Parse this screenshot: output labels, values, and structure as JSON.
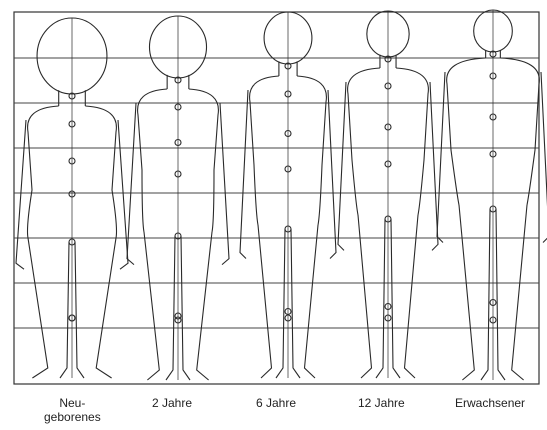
{
  "figures": [
    {
      "id": "neugeborenes",
      "caption_lines": [
        "Neu-",
        "geborenes"
      ]
    },
    {
      "id": "2-jahre",
      "caption_lines": [
        "2 Jahre"
      ]
    },
    {
      "id": "6-jahre",
      "caption_lines": [
        "6 Jahre"
      ]
    },
    {
      "id": "12-jahre",
      "caption_lines": [
        "12 Jahre"
      ]
    },
    {
      "id": "erwachsener",
      "caption_lines": [
        "Erwachsener"
      ]
    }
  ],
  "colors": {
    "line": "#2a2a2a",
    "grid": "#3a3a3a",
    "background": "#ffffff"
  }
}
